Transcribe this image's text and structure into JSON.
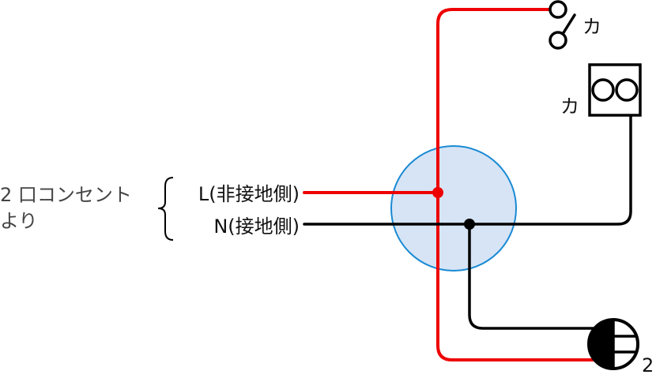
{
  "source": {
    "line1": "2 口コンセント",
    "line2": "より"
  },
  "wires": {
    "live_label": "L(非接地側)",
    "neutral_label": "N(接地側)"
  },
  "switch": {
    "label": "カ"
  },
  "lamp": {
    "label": "カ"
  },
  "outlet": {
    "label": "2"
  },
  "colors": {
    "live": "#ee0000",
    "neutral": "#000000",
    "box_fill": "#d6e4f5",
    "box_stroke": "#1a8ad4"
  }
}
